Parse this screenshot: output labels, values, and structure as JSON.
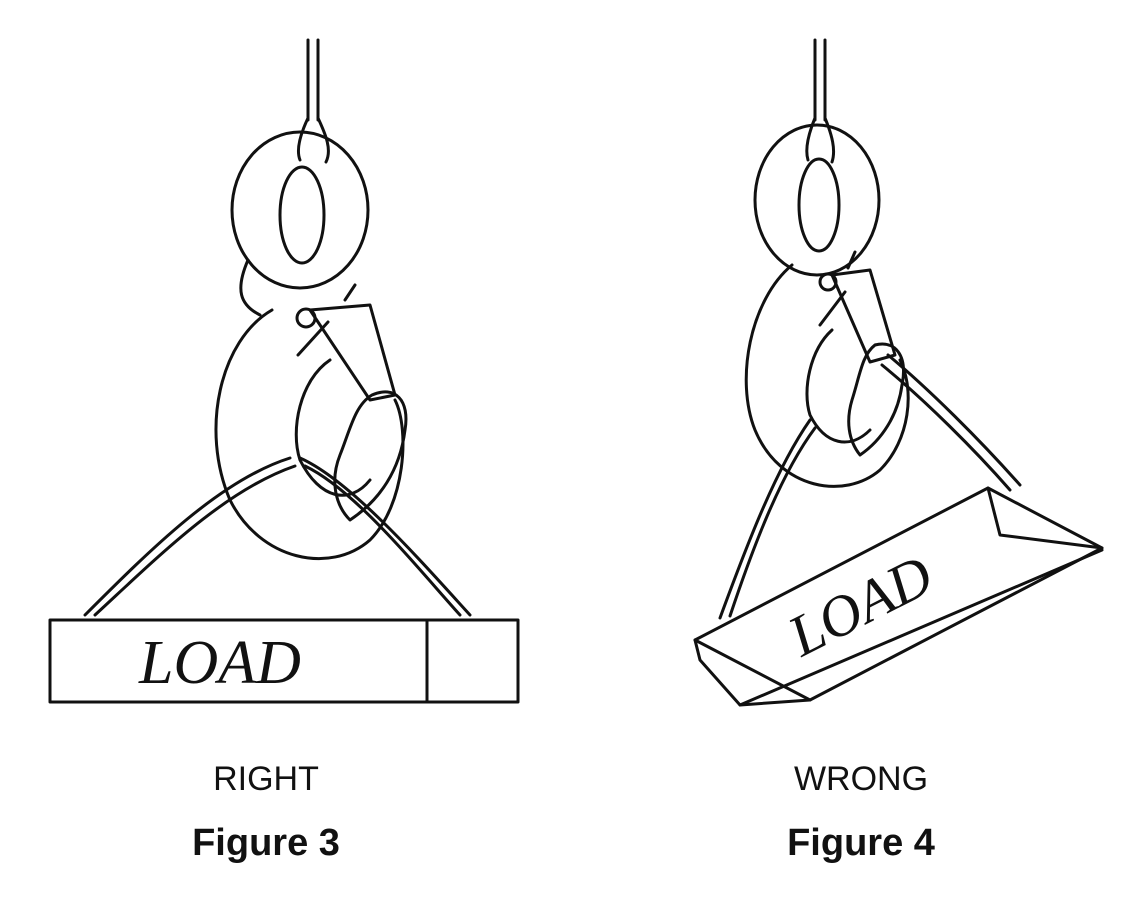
{
  "figures": [
    {
      "status": "RIGHT",
      "label": "Figure 3",
      "load_text": "LOAD"
    },
    {
      "status": "WRONG",
      "label": "Figure 4",
      "load_text": "LOAD"
    }
  ],
  "colors": {
    "ink": "#111111",
    "background": "#ffffff"
  }
}
